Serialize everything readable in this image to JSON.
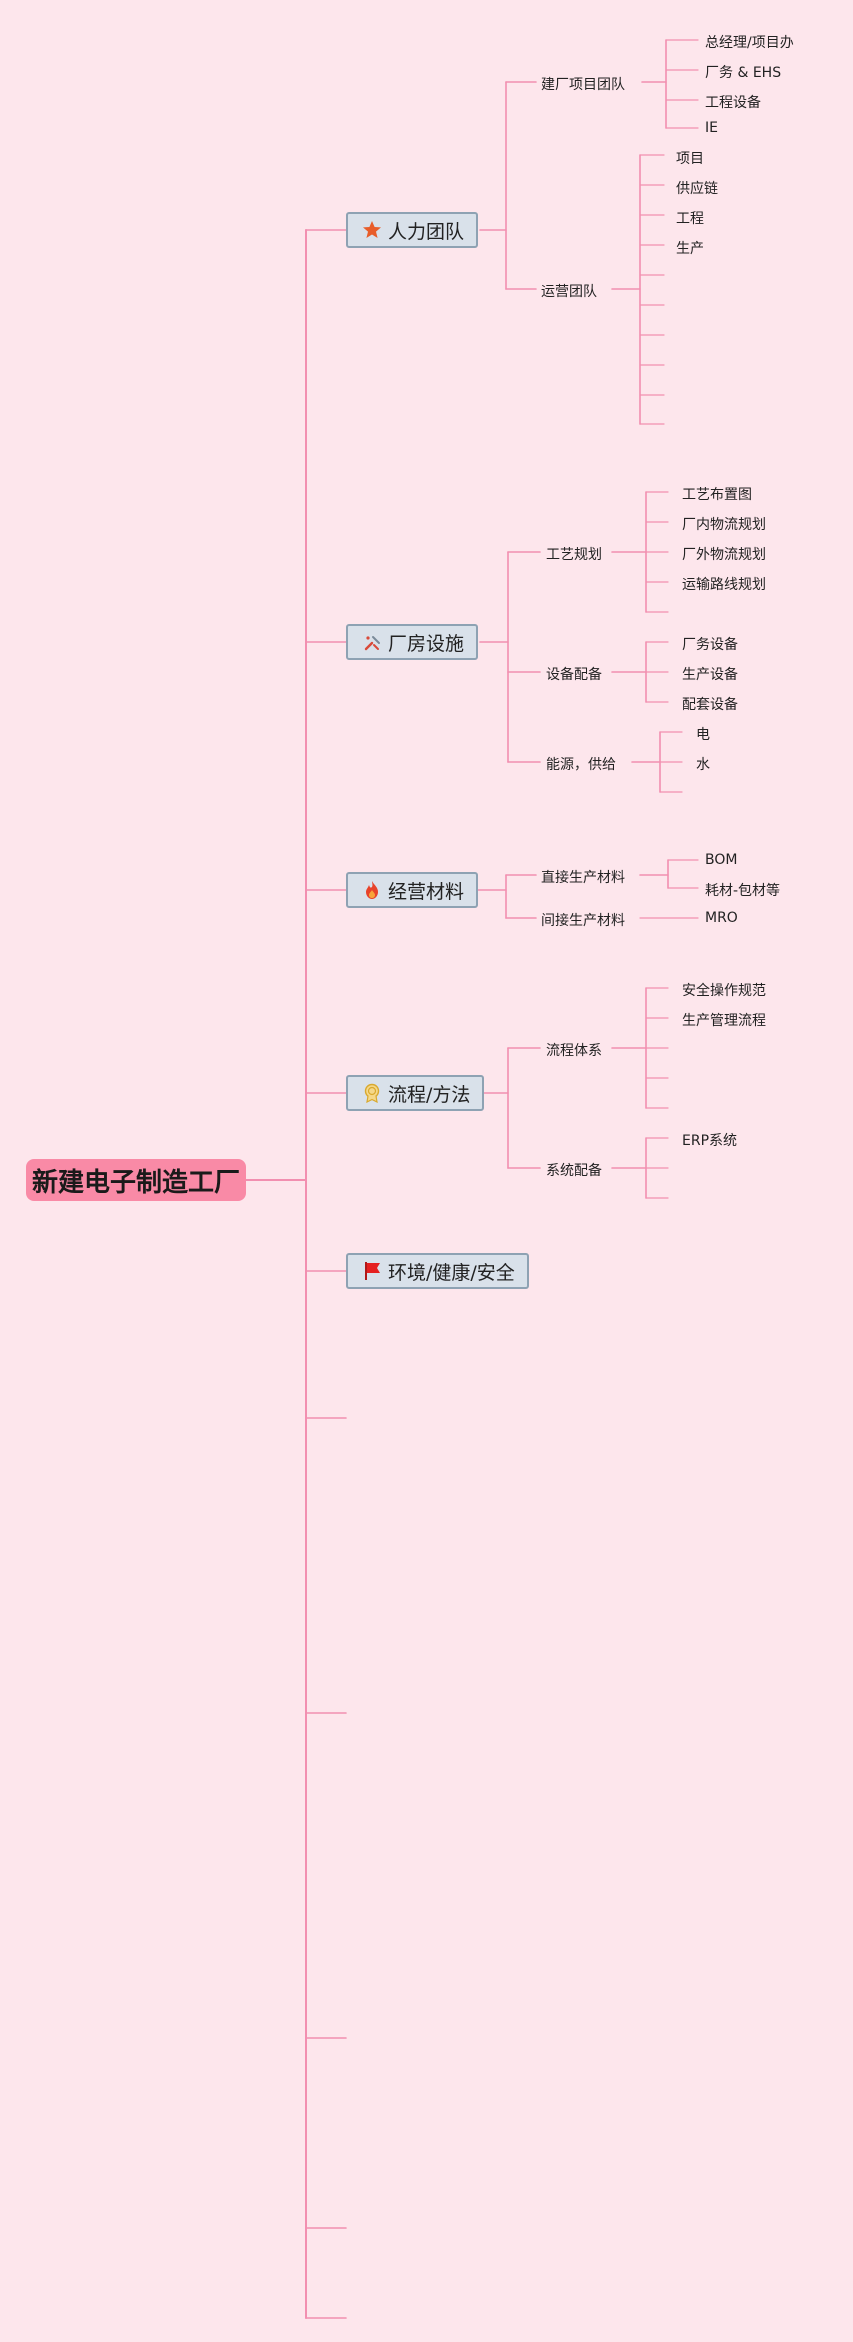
{
  "root": {
    "label": "新建电子制造工厂"
  },
  "colors": {
    "line": "#f28fb0",
    "background": "#fde6ec",
    "root_fill": "#f98aa6",
    "branch_fill": "#d9e1ea",
    "branch_border": "#8ea2b3"
  },
  "branches": [
    {
      "label": "人力团队",
      "icon": "star-icon",
      "subs": [
        {
          "label": "建厂项目团队",
          "leaves": [
            "总经理/项目办",
            "厂务 & EHS",
            "工程设备",
            "IE"
          ]
        },
        {
          "label": "运营团队",
          "leaves": [
            "项目",
            "供应链",
            "工程",
            "生产",
            "",
            "",
            "",
            "",
            "",
            ""
          ]
        }
      ]
    },
    {
      "label": "厂房设施",
      "icon": "tools-icon",
      "subs": [
        {
          "label": "工艺规划",
          "leaves": [
            "工艺布置图",
            "厂内物流规划",
            "厂外物流规划",
            "运输路线规划",
            ""
          ]
        },
        {
          "label": "设备配备",
          "leaves": [
            "厂务设备",
            "生产设备",
            "配套设备"
          ]
        },
        {
          "label": "能源，供给",
          "leaves": [
            "电",
            "水",
            ""
          ]
        }
      ]
    },
    {
      "label": "经营材料",
      "icon": "fire-icon",
      "subs": [
        {
          "label": "直接生产材料",
          "leaves": [
            "BOM",
            "耗材-包材等"
          ]
        },
        {
          "label": "间接生产材料",
          "leaves": [
            "MRO"
          ]
        }
      ]
    },
    {
      "label": "流程/方法",
      "icon": "badge-icon",
      "subs": [
        {
          "label": "流程体系",
          "leaves": [
            "安全操作规范",
            "生产管理流程",
            "",
            "",
            ""
          ]
        },
        {
          "label": "系统配备",
          "leaves": [
            "ERP系统",
            "",
            ""
          ]
        }
      ]
    },
    {
      "label": "环境/健康/安全",
      "icon": "flag-icon",
      "subs": []
    }
  ]
}
